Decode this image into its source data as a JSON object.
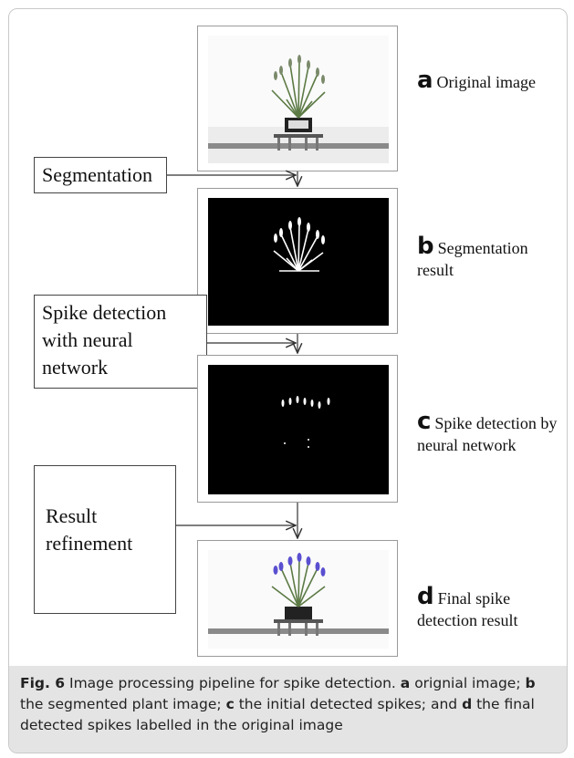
{
  "steps": {
    "segmentation": "Segmentation",
    "spike_detection": "Spike detection with neural network",
    "refinement": "Result refinement"
  },
  "panels": {
    "a": {
      "letter": "a",
      "text": "Original image"
    },
    "b": {
      "letter": "b",
      "text": "Segmentation result"
    },
    "c": {
      "letter": "c",
      "text": "Spike detection by neural network"
    },
    "d": {
      "letter": "d",
      "text": "Final spike detection result"
    }
  },
  "caption": {
    "fig_label": "Fig. 6",
    "title": "Image processing pipeline for spike detection.",
    "a_letter": "a",
    "a_text": "orignial image;",
    "b_letter": "b",
    "b_text": "the segmented plant image;",
    "c_letter": "c",
    "c_text": "the initial detected spikes;",
    "d_prefix": "and",
    "d_letter": "d",
    "d_text": "the final detected spikes labelled in the original image"
  },
  "colors": {
    "caption_background": "#e4e4e4",
    "spike_marker": "#5a4fd0"
  }
}
